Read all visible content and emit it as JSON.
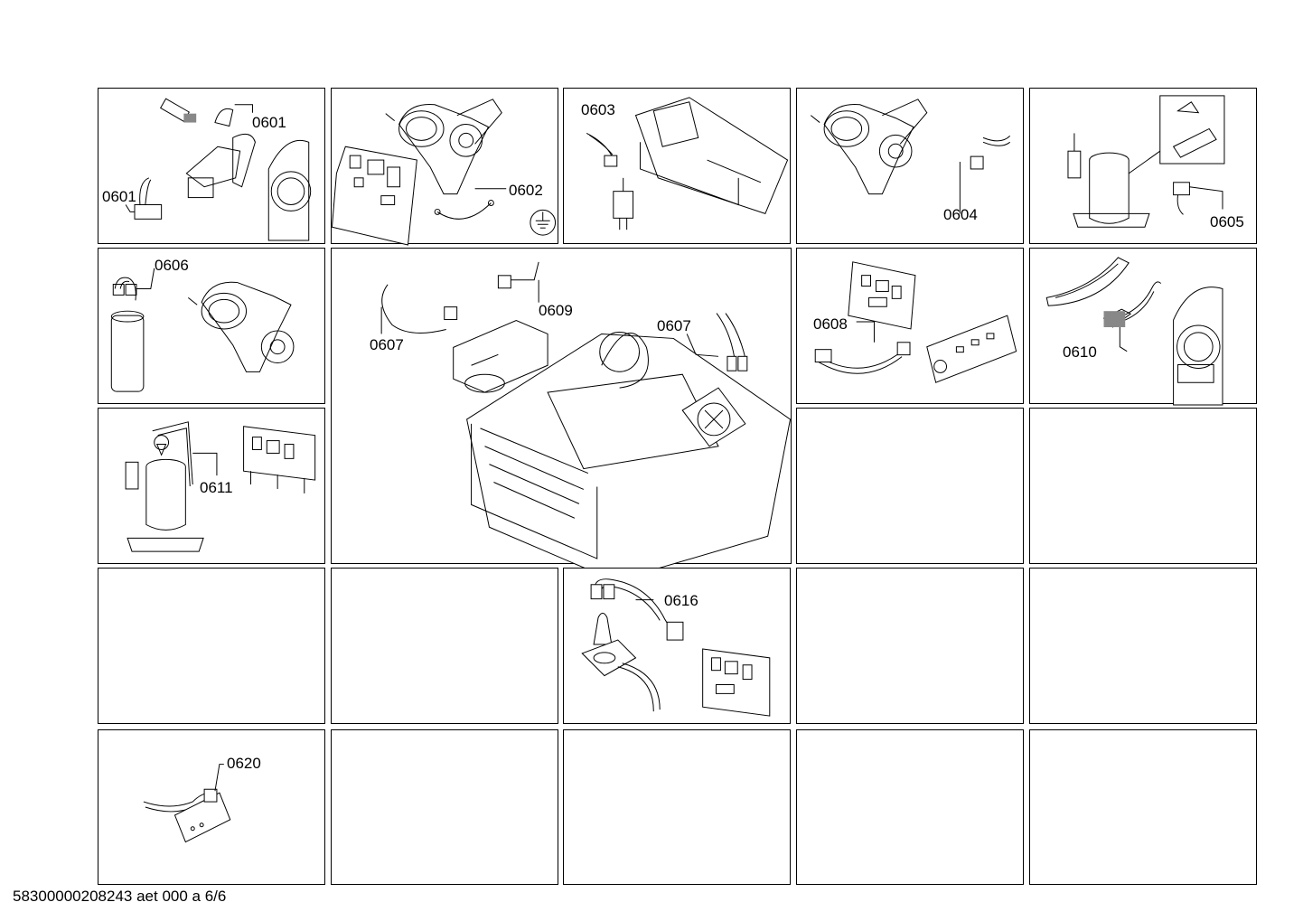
{
  "document": {
    "footer": "58300000208243 aet 000 a 6/6"
  },
  "parts": {
    "p0601": "0601",
    "p0602": "0602",
    "p0603": "0603",
    "p0604": "0604",
    "p0605": "0605",
    "p0606": "0606",
    "p0607": "0607",
    "p0608": "0608",
    "p0609": "0609",
    "p0610": "0610",
    "p0611": "0611",
    "p0616": "0616",
    "p0620": "0620"
  }
}
